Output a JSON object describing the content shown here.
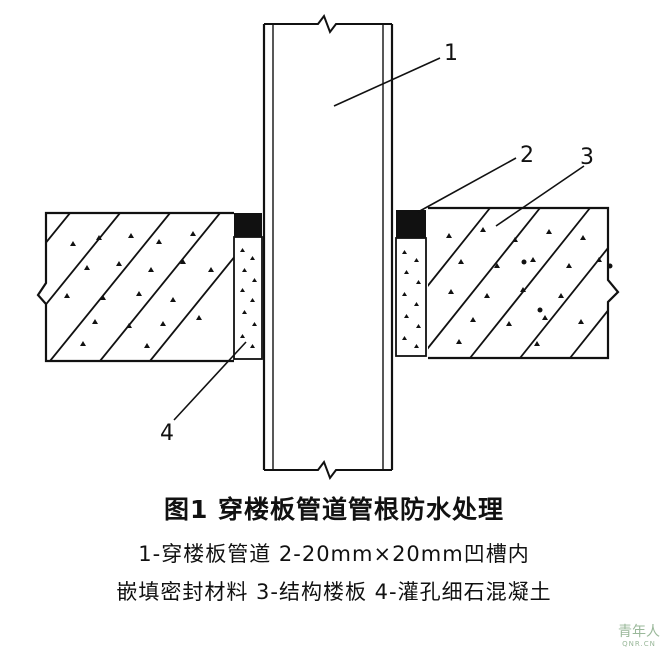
{
  "diagram": {
    "callouts": [
      "1",
      "2",
      "3",
      "4"
    ]
  },
  "caption": {
    "title": "图1 穿楼板管道管根防水处理",
    "legend_line1": "1-穿楼板管道 2-20mm×20mm凹槽内",
    "legend_line2": "嵌填密封材料 3-结构楼板 4-灌孔细石混凝土"
  },
  "watermark": {
    "main": "青年人",
    "sub": "QNR.CN"
  }
}
